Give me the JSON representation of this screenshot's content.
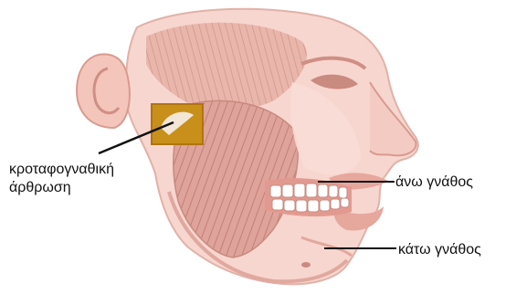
{
  "labels": {
    "tmj_line1": "κροταφογναθική",
    "tmj_line2": "άρθρωση",
    "upper_jaw": "άνω γνάθος",
    "lower_jaw": "κάτω γνάθος"
  },
  "colors": {
    "skin": "#f7d6cf",
    "skin_shadow": "#e9b3a8",
    "muscle": "#d99a90",
    "muscle_fiber": "#c9847a",
    "joint_highlight": "#c8901a",
    "teeth": "#ffffff",
    "lines": "#111111"
  }
}
